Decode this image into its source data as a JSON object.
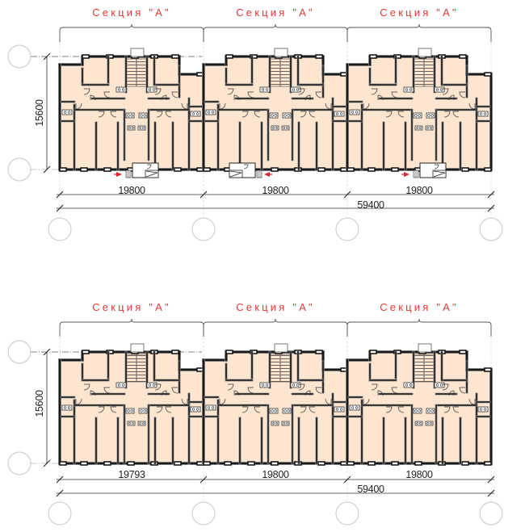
{
  "colors": {
    "floor_fill": "#fde5cf",
    "wall": "#1a1a1a",
    "wall_outline": "#8a8a8a",
    "section_label": "#e23b36",
    "axis_circle": "#c8c8c8",
    "dimension_line": "#333333",
    "entrance_arrow": "#d8262a"
  },
  "plans": [
    {
      "id": "plan-top",
      "sections": [
        {
          "label": "Секция  \"А\"",
          "dimension": "19800"
        },
        {
          "label": "Секция  \"А\"",
          "dimension": "19800"
        },
        {
          "label": "Секция  \"А\"",
          "dimension": "19800"
        }
      ],
      "total_dimension": "59400",
      "height_dimension": "15600",
      "has_entrance_porches": true
    },
    {
      "id": "plan-bottom",
      "sections": [
        {
          "label": "Секция  \"А\"",
          "dimension": "19793"
        },
        {
          "label": "Секция  \"А\"",
          "dimension": "19800"
        },
        {
          "label": "Секция  \"А\"",
          "dimension": "19800"
        }
      ],
      "total_dimension": "59400",
      "height_dimension": "15600",
      "has_entrance_porches": false
    }
  ]
}
